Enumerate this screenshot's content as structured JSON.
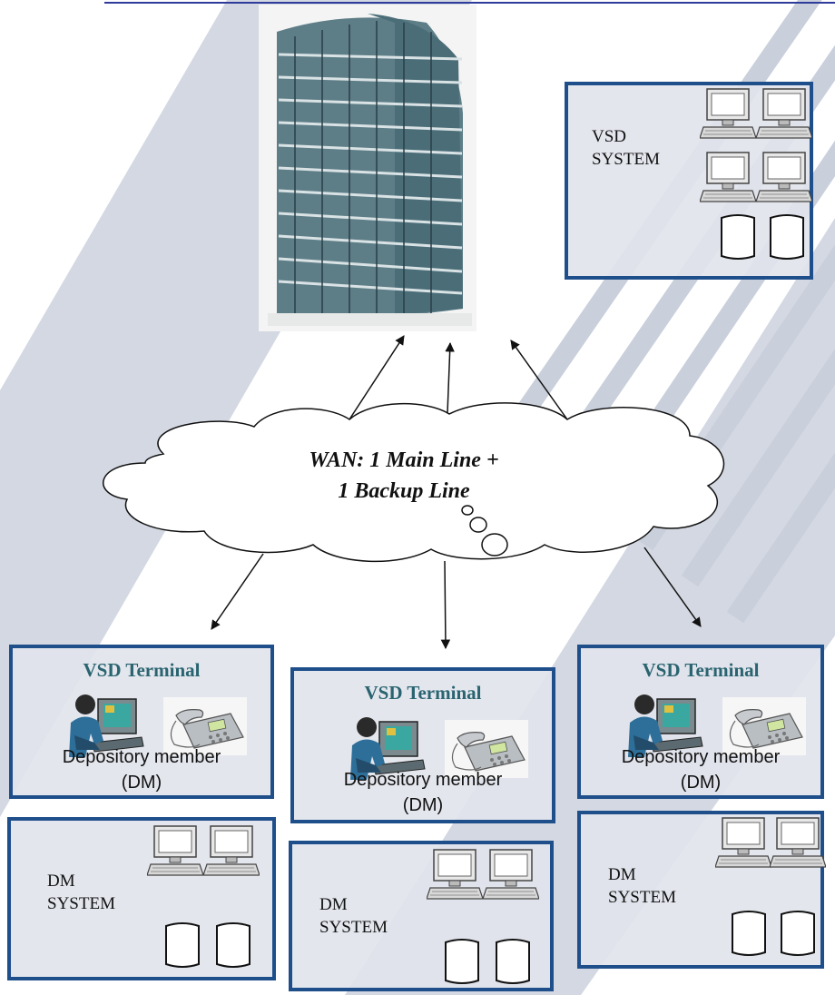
{
  "wan": {
    "label": "WAN: 1 Main Line +\n1 Backup Line"
  },
  "vsd_system": {
    "label": "VSD\nSYSTEM"
  },
  "terminals": [
    {
      "title": "VSD Terminal",
      "member": "Depository member\n(DM)"
    },
    {
      "title": "VSD Terminal",
      "member": "Depository member\n(DM)"
    },
    {
      "title": "VSD Terminal",
      "member": "Depository member\n(DM)"
    }
  ],
  "dm_systems": [
    {
      "label": "DM\nSYSTEM"
    },
    {
      "label": "DM\nSYSTEM"
    },
    {
      "label": "DM\nSYSTEM"
    }
  ],
  "colors": {
    "border": "#1f4f8a",
    "terminal_title": "#2a6470",
    "background_stripe": "#cdd3de"
  },
  "icons": [
    "building-image",
    "desktop-computer-icon",
    "database-cylinder-icon",
    "operator-at-workstation-icon",
    "telephone-icon",
    "thought-cloud"
  ]
}
